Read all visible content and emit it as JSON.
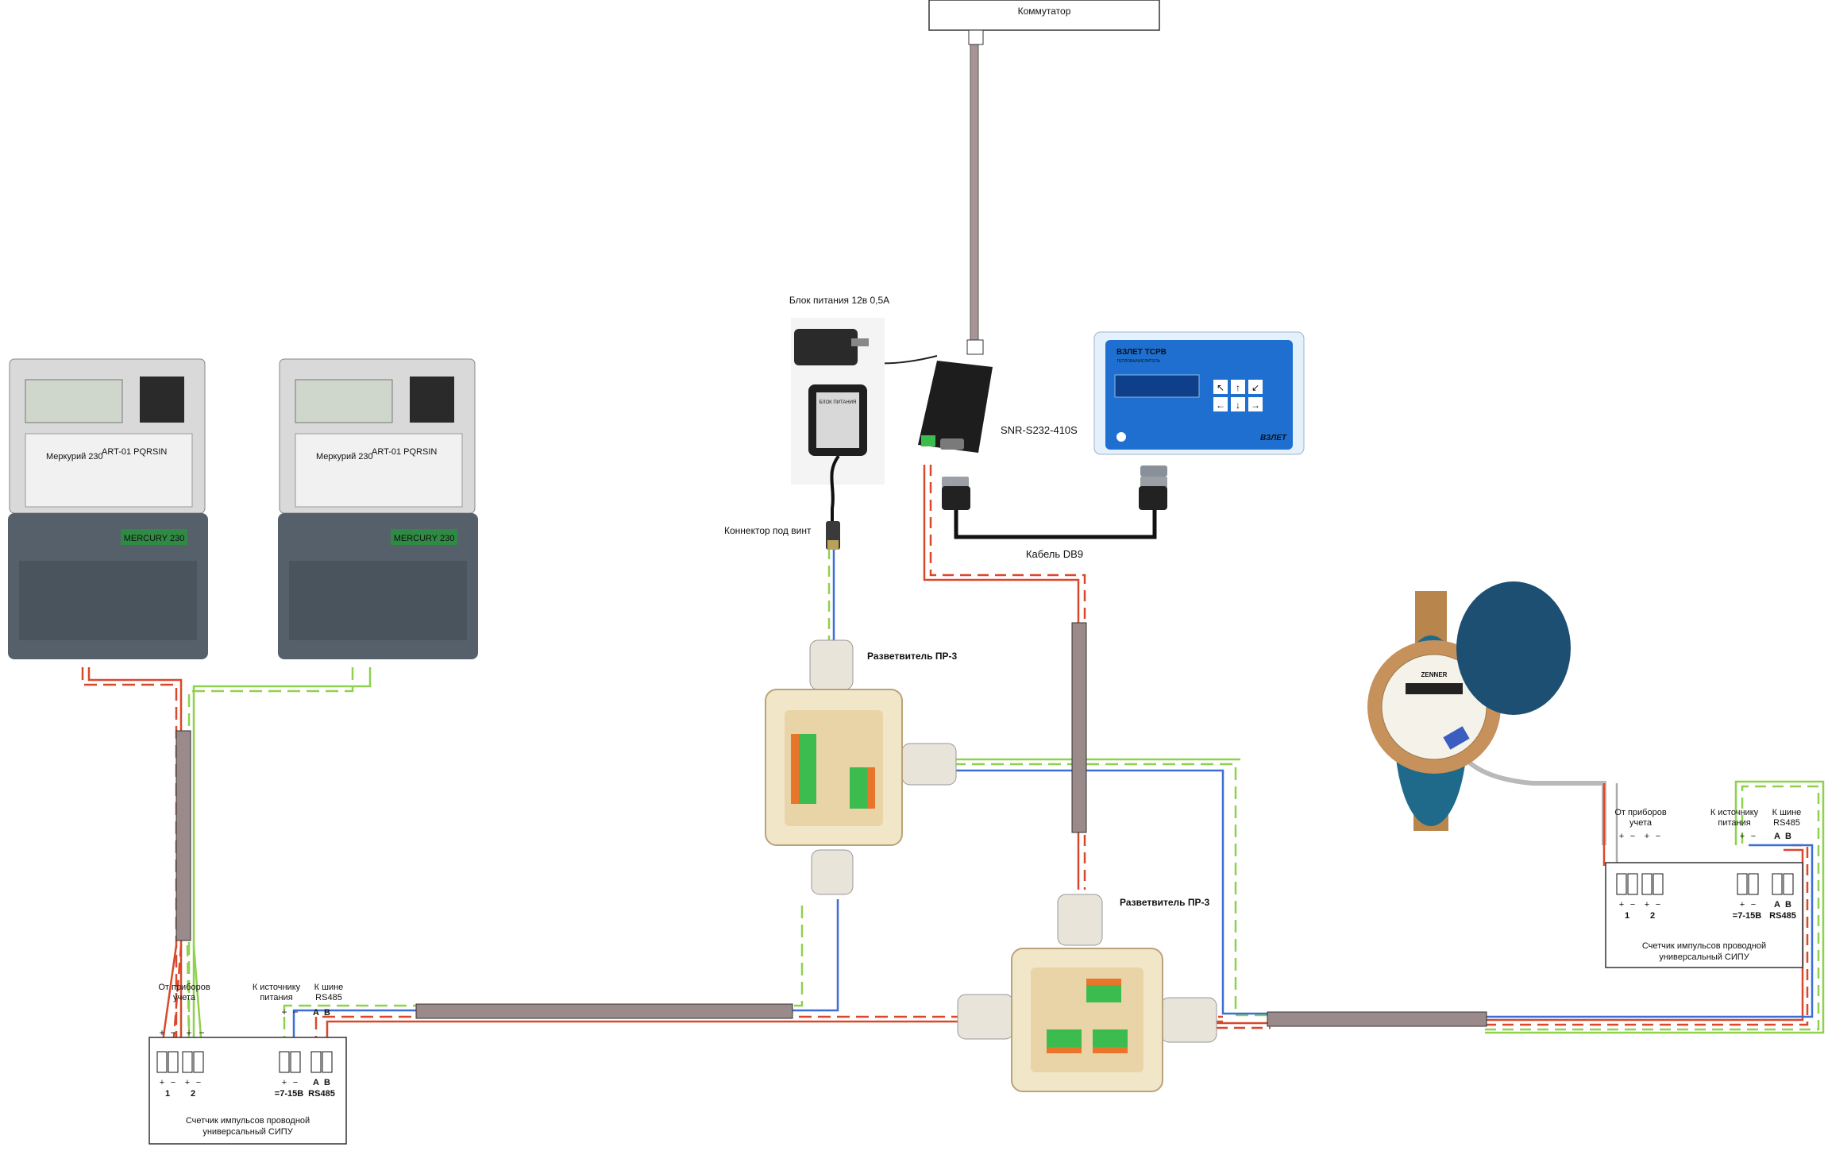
{
  "commutator": {
    "label": "Коммутатор"
  },
  "power_supply": {
    "title": "Блок питания 12в 0,5А",
    "connector_label": "Коннектор под винт",
    "sticker_text": "БЛОК ПИТАНИЯ"
  },
  "converter": {
    "label": "SNR-S232-410S"
  },
  "db9_cable": {
    "label": "Кабель DB9"
  },
  "heat_calc": {
    "brand": "ВЗЛЕТ ТСРВ",
    "subtitle": "ТЕПЛОВЫЧИСЛИТЕЛЬ",
    "logo": "ВЗЛЕТ",
    "keys": [
      "↖",
      "↑",
      "↙",
      "←",
      "↓",
      "→"
    ]
  },
  "meters": [
    {
      "brand": "Меркурий 230",
      "model": "ART-01 PQRSIN",
      "plate": "MERCURY 230"
    },
    {
      "brand": "Меркурий 230",
      "model": "ART-01 PQRSIN",
      "plate": "MERCURY 230"
    }
  ],
  "water_meter": {
    "brand": "ZENNER"
  },
  "splitters": [
    {
      "label": "Разветвитель ПР-3"
    },
    {
      "label": "Разветвитель ПР-3"
    }
  ],
  "sipu_left": {
    "title_line1": "Счетчик импульсов проводной",
    "title_line2": "универсальный СИПУ",
    "from_meters_line1": "От приборов",
    "from_meters_line2": "учета",
    "power_line1": "К источнику",
    "power_line2": "питания",
    "bus_line1": "К шине",
    "bus_line2": "RS485",
    "terminal_signs": [
      "+",
      "−",
      "+",
      "−"
    ],
    "channel_1": "1",
    "channel_2": "2",
    "power_signs": [
      "+",
      "−"
    ],
    "voltage": "=7-15В",
    "ab": [
      "A",
      "B"
    ],
    "rs485": "RS485"
  },
  "sipu_right": {
    "title_line1": "Счетчик импульсов проводной",
    "title_line2": "универсальный СИПУ",
    "from_meters_line1": "От приборов",
    "from_meters_line2": "учета",
    "power_line1": "К источнику",
    "power_line2": "питания",
    "bus_line1": "К шине",
    "bus_line2": "RS485",
    "terminal_signs": [
      "+",
      "−",
      "+",
      "−"
    ],
    "channel_1": "1",
    "channel_2": "2",
    "power_signs": [
      "+",
      "−"
    ],
    "voltage": "=7-15В",
    "ab": [
      "A",
      "B"
    ],
    "rs485": "RS485"
  },
  "colors": {
    "wire_red": "#d9482a",
    "wire_green": "#8fd14f",
    "wire_blue": "#3b6fd6",
    "wire_gray": "#b9b9b9",
    "cable": "#9a8a8a",
    "meter_body": "#55606a",
    "splitter_body": "#f2e6c9",
    "terminal_green": "#3cbb4f",
    "panel_blue": "#1e6fd0"
  }
}
